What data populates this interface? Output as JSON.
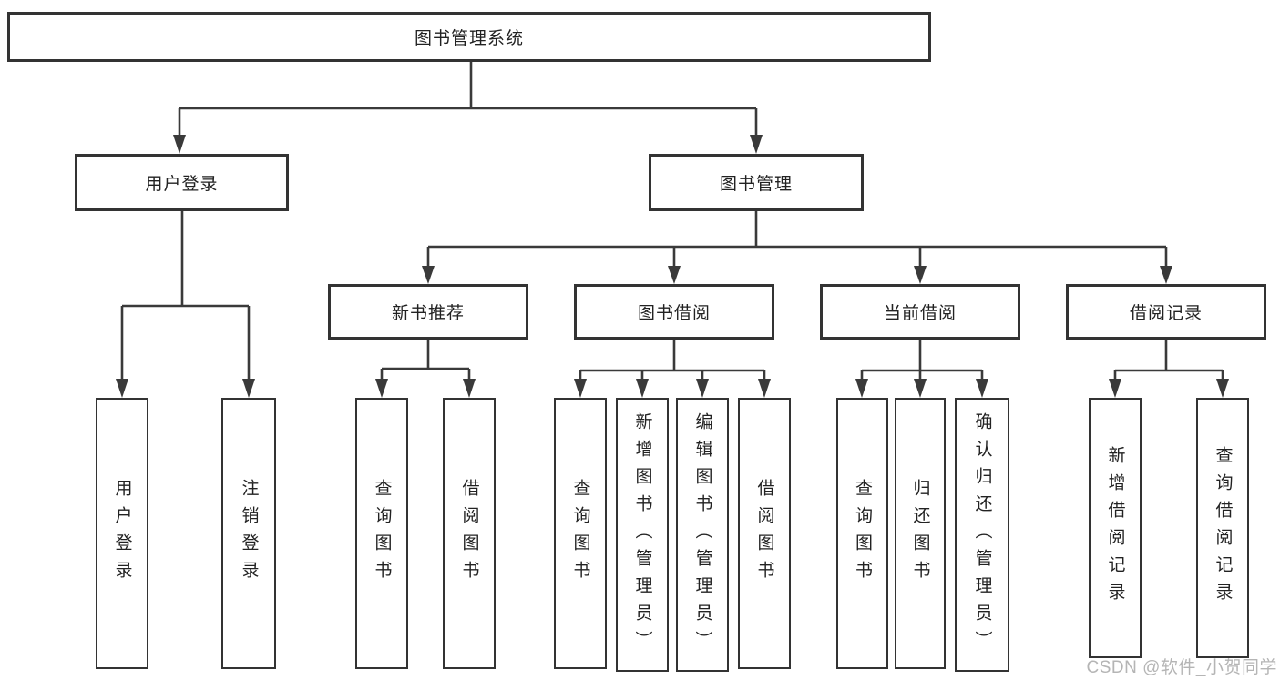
{
  "diagram": {
    "title": "图书管理系统",
    "level2": [
      {
        "label": "用户登录"
      },
      {
        "label": "图书管理"
      }
    ],
    "level3": [
      {
        "label": "新书推荐"
      },
      {
        "label": "图书借阅"
      },
      {
        "label": "当前借阅"
      },
      {
        "label": "借阅记录"
      }
    ],
    "leaves": {
      "user_login": [
        "用户登录",
        "注销登录"
      ],
      "new_book": [
        "查询图书",
        "借阅图书"
      ],
      "book_borrow": [
        "查询图书",
        "新增图书（管理员）",
        "编辑图书（管理员）",
        "借阅图书"
      ],
      "current_borrow": [
        "查询图书",
        "归还图书",
        "确认归还（管理员）"
      ],
      "borrow_record": [
        "新增借阅记录",
        "查询借阅记录"
      ]
    },
    "watermark": "CSDN @软件_小贺同学",
    "colors": {
      "line": "#3a3a3a",
      "box_border": "#333333",
      "box_fill": "#ffffff",
      "text": "#222222",
      "watermark": "#b5b5b5",
      "background": "#ffffff"
    }
  }
}
